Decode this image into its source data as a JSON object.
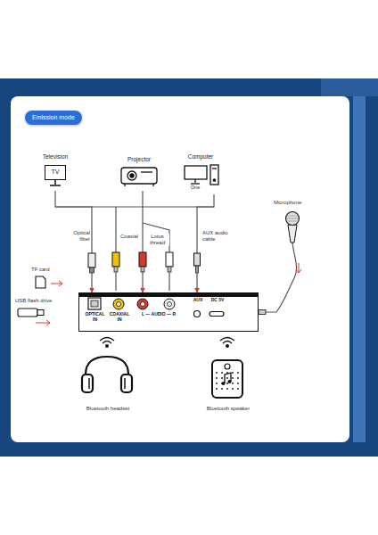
{
  "diagram": {
    "nodes": [
      {
        "text": [
          "Emission mode"
        ]
      },
      {
        "text": [
          "Television",
          "TV"
        ]
      },
      {
        "text": [
          "Projector"
        ]
      },
      {
        "text": [
          "Computer",
          "One"
        ]
      },
      {
        "text": [
          "OPTICAL IN",
          "COAXIAL IN",
          "L — AUDIO — R",
          "AUX",
          "DC 5V"
        ]
      }
    ],
    "edges": [
      {
        "from": 1,
        "to": 4,
        "arrow": "to"
      },
      {
        "from": 2,
        "to": 4,
        "arrow": "to"
      },
      {
        "from": 3,
        "to": 4,
        "arrow": "to"
      }
    ],
    "labels": [
      "Optical fiber",
      "Coaxial",
      "Lotus thread",
      "AUX audio cable",
      "TF card",
      "USB flash drive",
      "Microphone",
      "Bluetooth headset",
      "Bluetooth speaker"
    ]
  }
}
